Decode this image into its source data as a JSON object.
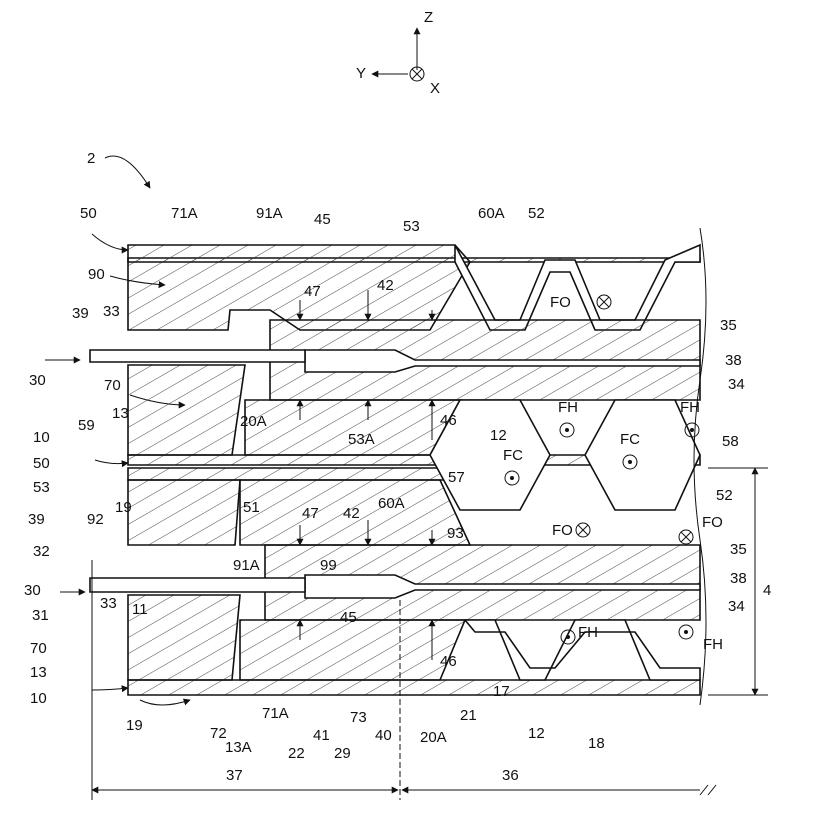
{
  "axes": {
    "z": "Z",
    "y": "Y",
    "x": "X"
  },
  "labels": {
    "l2": "2",
    "l50a": "50",
    "l71Aa": "71A",
    "l91Aa": "91A",
    "l45a": "45",
    "l53a": "53",
    "l60Aa": "60A",
    "l52a": "52",
    "l90": "90",
    "l47a": "47",
    "l42a": "42",
    "l39a": "39",
    "l33a": "33",
    "l35a": "35",
    "l38a": "38",
    "l30a": "30",
    "l70a": "70",
    "l34a": "34",
    "l20Aa": "20A",
    "l46a": "46",
    "l13a": "13",
    "l59": "59",
    "l12a": "12",
    "l58": "58",
    "l10a": "10",
    "l50b": "50",
    "l53b": "53",
    "l53A": "53A",
    "l19a": "19",
    "l51": "51",
    "l60Ab": "60A",
    "l57": "57",
    "l52b": "52",
    "l47b": "47",
    "l42b": "42",
    "l93": "93",
    "l92": "92",
    "l39b": "39",
    "l91Ab": "91A",
    "l99": "99",
    "l35b": "35",
    "l32": "32",
    "l38b": "38",
    "l30b": "30",
    "l31": "31",
    "l33b": "33",
    "l11": "11",
    "l45b": "45",
    "l34b": "34",
    "l4": "4",
    "l70b": "70",
    "l13b": "13",
    "l46b": "46",
    "l10b": "10",
    "l19b": "19",
    "l72": "72",
    "l13A": "13A",
    "l71Ab": "71A",
    "l22": "22",
    "l41": "41",
    "l29": "29",
    "l73": "73",
    "l40": "40",
    "l20Ab": "20A",
    "l21": "21",
    "l17": "17",
    "l12b": "12",
    "l18": "18",
    "l37": "37",
    "l36": "36"
  },
  "flow_markers": {
    "fo1": "FO",
    "fh1": "FH",
    "fh2": "FH",
    "fc1": "FC",
    "fc2": "FC",
    "fo2": "FO",
    "fo3": "FO",
    "fh3": "FH",
    "fh4": "FH"
  }
}
